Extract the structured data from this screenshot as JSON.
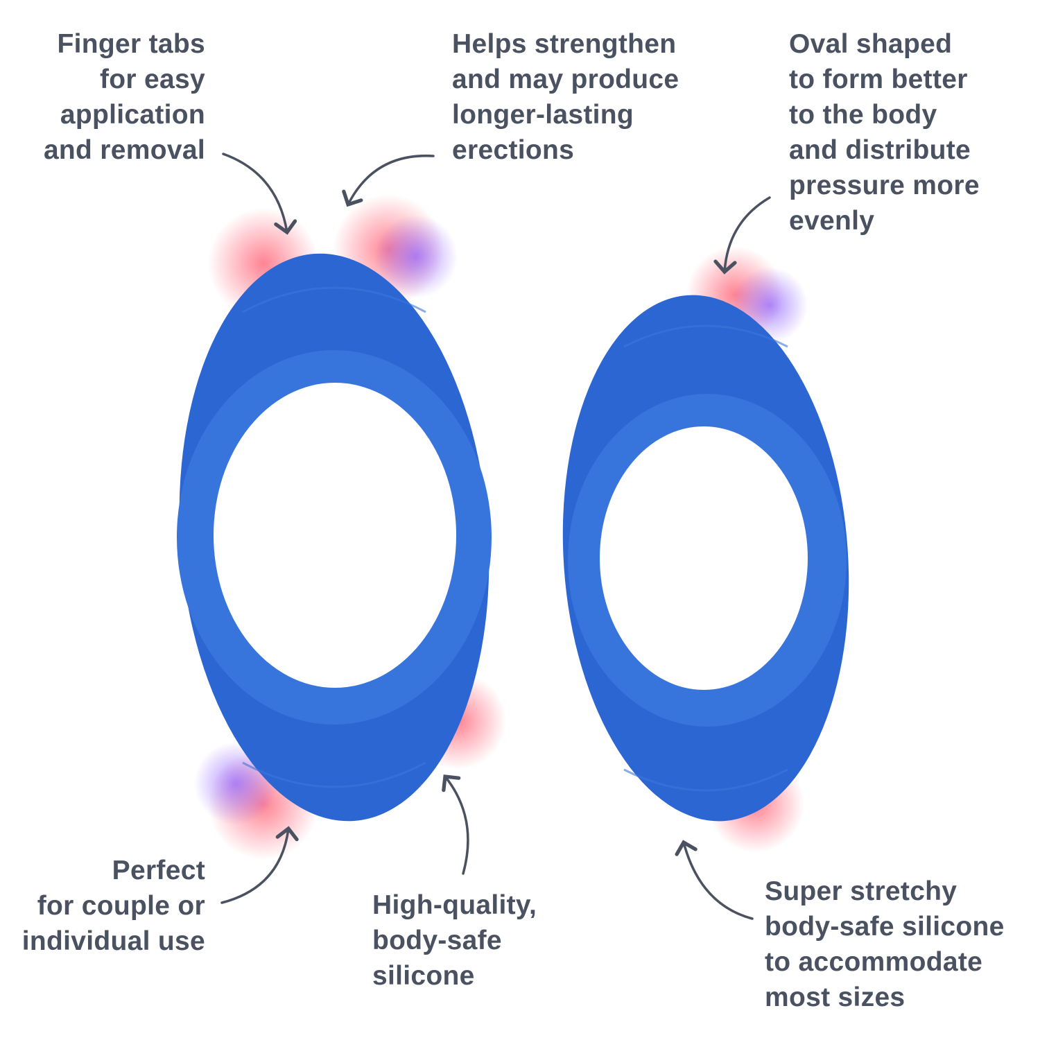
{
  "colors": {
    "text": "#4a5160",
    "ring_blue": "#2e6bd6",
    "ring_light": "#3a7ae0",
    "glow_pink": "#ff6a7a",
    "glow_purple": "#9a6cff"
  },
  "callouts": {
    "finger_tabs": [
      "Finger tabs",
      "for easy",
      "application",
      "and removal"
    ],
    "helps_strengthen": [
      "Helps strengthen",
      "and may produce",
      "longer-lasting",
      "erections"
    ],
    "oval_shaped": [
      "Oval shaped",
      "to form better",
      "to the body",
      "and distribute",
      "pressure more",
      "evenly"
    ],
    "perfect": [
      "Perfect",
      "for couple or",
      "individual use"
    ],
    "high_quality": [
      "High-quality,",
      "body-safe",
      "silicone"
    ],
    "super_stretchy": [
      "Super stretchy",
      "body-safe silicone",
      "to accommodate",
      "most sizes"
    ]
  }
}
